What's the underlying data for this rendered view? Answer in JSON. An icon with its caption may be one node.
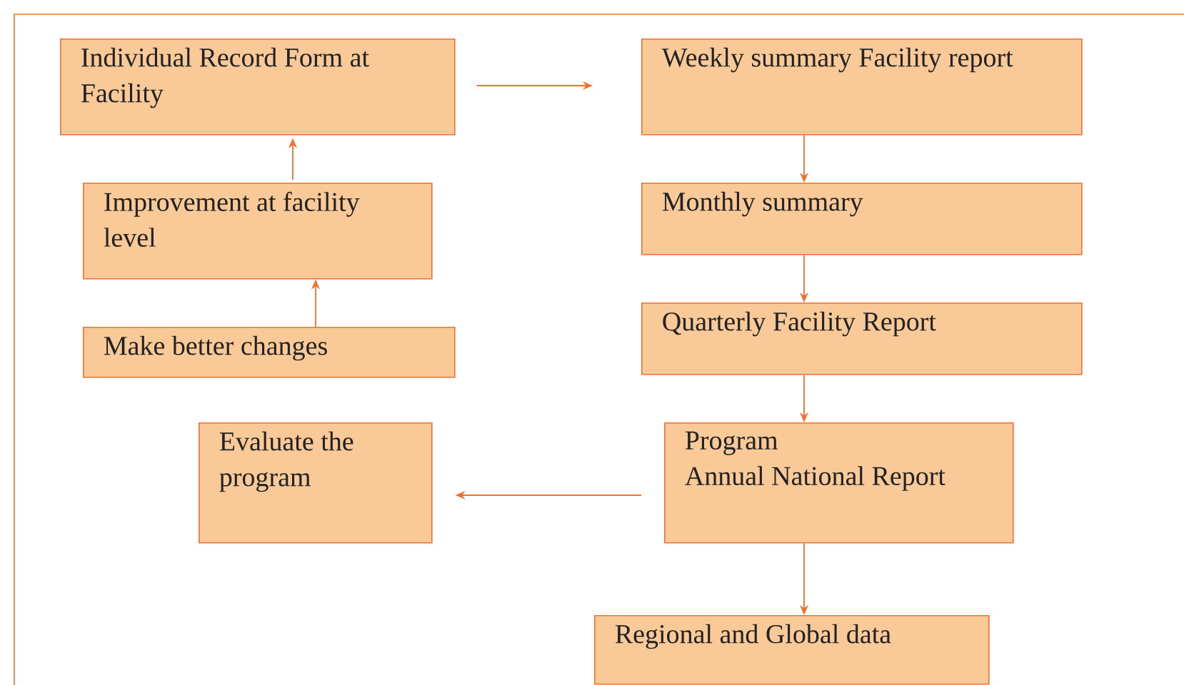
{
  "diagram": {
    "nodes": [
      {
        "text": [
          "Individual Record Form at Facility"
        ]
      },
      {
        "text": [
          "Weekly summary Facility report"
        ]
      },
      {
        "text": [
          "Improvement at facility level"
        ]
      },
      {
        "text": [
          "Monthly summary"
        ]
      },
      {
        "text": [
          "Make better changes"
        ]
      },
      {
        "text": [
          "Quarterly Facility Report"
        ]
      },
      {
        "text": [
          "Evaluate the program"
        ]
      },
      {
        "text": [
          "Program",
          "Annual National Report"
        ]
      },
      {
        "text": [
          "Regional and Global data"
        ]
      }
    ],
    "edges": [
      {
        "from": 0,
        "to": 1,
        "arrow": "to"
      },
      {
        "from": 2,
        "to": 0,
        "arrow": "to"
      },
      {
        "from": 1,
        "to": 3,
        "arrow": "to"
      },
      {
        "from": 4,
        "to": 2,
        "arrow": "to"
      },
      {
        "from": 3,
        "to": 5,
        "arrow": "to"
      },
      {
        "from": 5,
        "to": 7,
        "arrow": "to"
      },
      {
        "from": 7,
        "to": 6,
        "arrow": "to"
      },
      {
        "from": 7,
        "to": 8,
        "arrow": "to"
      }
    ]
  }
}
